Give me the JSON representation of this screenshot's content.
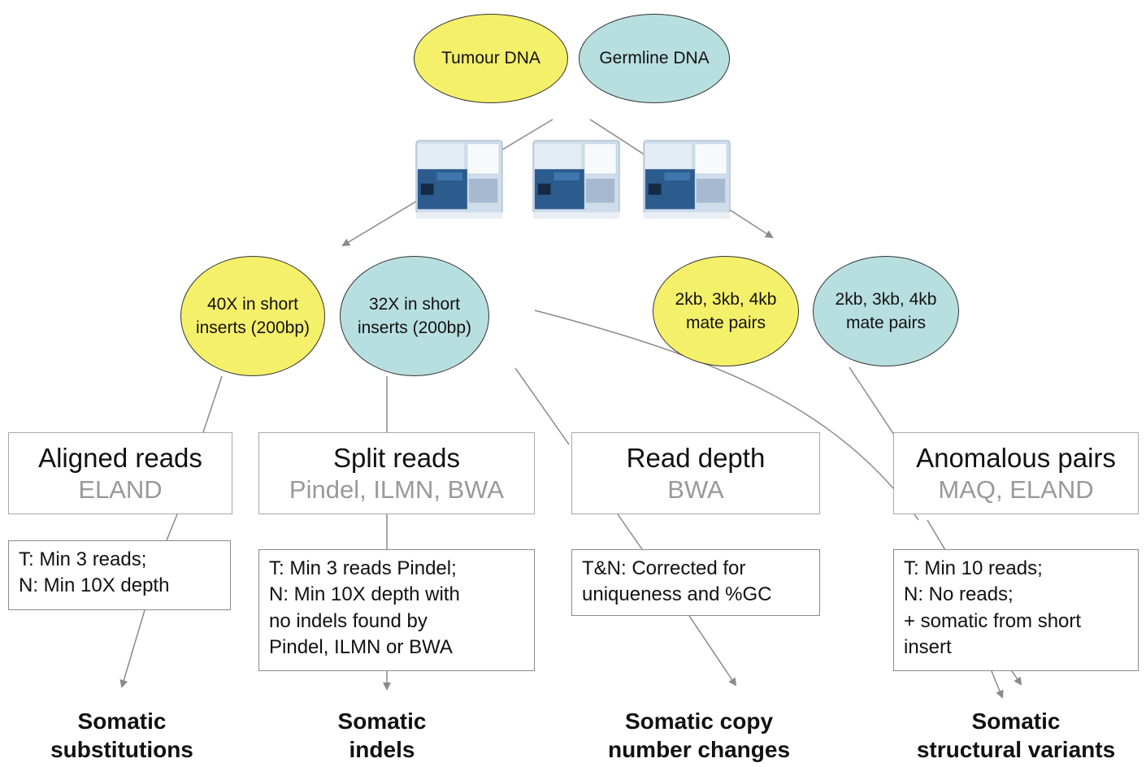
{
  "dna": {
    "tumour": "Tumour DNA",
    "germline": "Germline DNA"
  },
  "sequencers": {
    "icon": "sequencing-machine-icon",
    "count": 3
  },
  "libraries": {
    "tumour_short": [
      "40X in short",
      "inserts (200bp)"
    ],
    "germline_short": [
      "32X in short",
      "inserts (200bp)"
    ],
    "tumour_mate": [
      "2kb, 3kb, 4kb",
      "mate pairs"
    ],
    "germline_mate": [
      "2kb, 3kb, 4kb",
      "mate pairs"
    ]
  },
  "methods": [
    {
      "title": "Aligned reads",
      "tools": "ELAND"
    },
    {
      "title": "Split reads",
      "tools": "Pindel, ILMN, BWA"
    },
    {
      "title": "Read depth",
      "tools": "BWA"
    },
    {
      "title": "Anomalous pairs",
      "tools": "MAQ, ELAND"
    }
  ],
  "criteria": [
    [
      "T: Min 3 reads;",
      "N: Min 10X depth"
    ],
    [
      "T: Min 3 reads Pindel;",
      "N: Min 10X depth with",
      "no indels found by",
      "Pindel, ILMN or BWA"
    ],
    [
      "T&N: Corrected for",
      "uniqueness and %GC"
    ],
    [
      "T: Min 10 reads;",
      "N: No reads;",
      "+ somatic from short",
      "insert"
    ]
  ],
  "outcomes": [
    [
      "Somatic",
      "substitutions"
    ],
    [
      "Somatic",
      "indels"
    ],
    [
      "Somatic copy",
      "number changes"
    ],
    [
      "Somatic",
      "structural variants"
    ]
  ],
  "colors": {
    "tumour": "#f5f06a",
    "germline": "#b8dfe0",
    "connector": "#8a8a8a",
    "tool_text": "#999999"
  }
}
